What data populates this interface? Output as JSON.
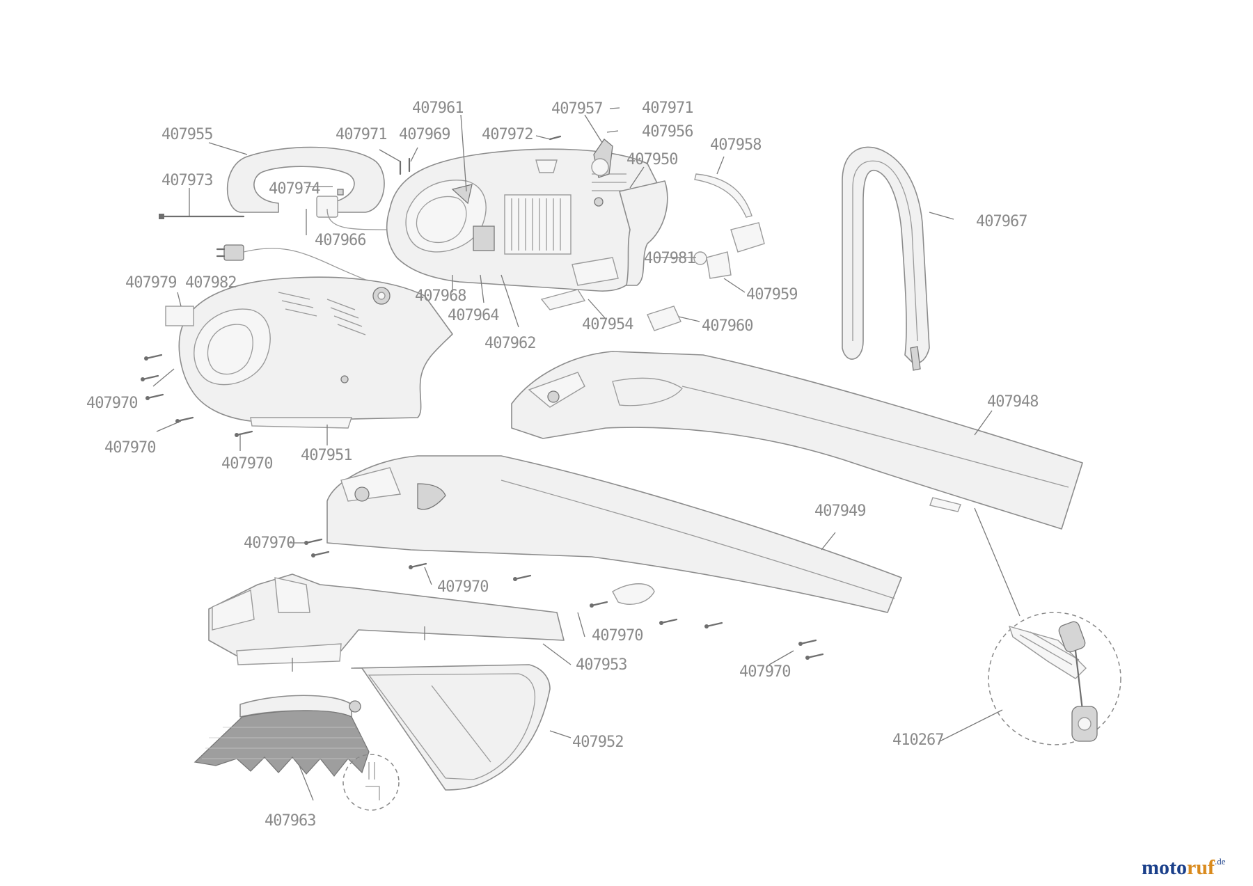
{
  "diagram": {
    "part_numbers": {
      "p407955": "407955",
      "p407973": "407973",
      "p407974": "407974",
      "p407966": "407966",
      "p407971a": "407971",
      "p407969": "407969",
      "p407961": "407961",
      "p407972": "407972",
      "p407957": "407957",
      "p407971b": "407971",
      "p407956": "407956",
      "p407958": "407958",
      "p407950": "407950",
      "p407967": "407967",
      "p407981": "407981",
      "p407959": "407959",
      "p407960": "407960",
      "p407954": "407954",
      "p407968": "407968",
      "p407964": "407964",
      "p407962": "407962",
      "p407979": "407979",
      "p407982": "407982",
      "p407970a": "407970",
      "p407970b": "407970",
      "p407970c": "407970",
      "p407951": "407951",
      "p407948": "407948",
      "p407949": "407949",
      "p407970d": "407970",
      "p407970e": "407970",
      "p407970f": "407970",
      "p407970g": "407970",
      "p407953": "407953",
      "p407952": "407952",
      "p407963": "407963",
      "p410267": "410267"
    }
  },
  "branding": {
    "brand_part1": "moto",
    "brand_part2": "ruf",
    "brand_suffix": ".de"
  },
  "colors": {
    "line": "#8c8c8c",
    "fill": "#f1f1f1",
    "brand_blue": "#1a3f8a",
    "brand_orange": "#d98a1d"
  }
}
